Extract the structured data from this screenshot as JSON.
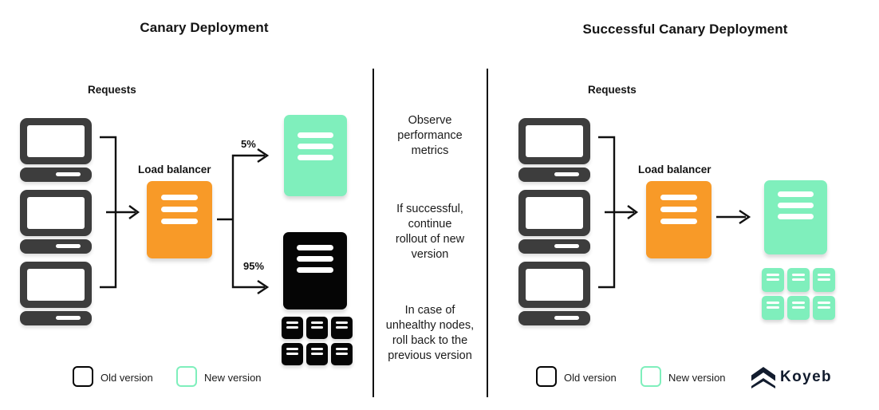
{
  "colors": {
    "green": "#7FEFBC",
    "orange": "#F89A28",
    "black": "#050505",
    "computer_gray": "#3d3d3d",
    "line": "#111111",
    "koyeb_navy": "#121c2e"
  },
  "left_panel": {
    "title": "Canary Deployment",
    "requests_label": "Requests",
    "load_balancer_label": "Load balancer",
    "split_top_label": "5%",
    "split_bottom_label": "95%",
    "computers_count": 3,
    "new_version_card": {
      "lines": 3,
      "color": "green"
    },
    "old_version_card": {
      "lines": 3,
      "color": "black"
    },
    "old_version_nodes": {
      "rows": 2,
      "cols": 3,
      "color": "black"
    },
    "legend": [
      {
        "label": "Old version",
        "swatch": "black-outline"
      },
      {
        "label": "New version",
        "swatch": "green-outline"
      }
    ]
  },
  "middle_notes": [
    "Observe\nperformance\nmetrics",
    "If successful,\ncontinue\nrollout of new\nversion",
    "In case of\nunhealthy nodes,\nroll back to the\nprevious version"
  ],
  "right_panel": {
    "title": "Successful Canary Deployment",
    "requests_label": "Requests",
    "load_balancer_label": "Load balancer",
    "computers_count": 3,
    "new_version_card": {
      "lines": 3,
      "color": "green"
    },
    "new_version_nodes": {
      "rows": 2,
      "cols": 3,
      "color": "green"
    },
    "legend": [
      {
        "label": "Old version",
        "swatch": "black-outline"
      },
      {
        "label": "New version",
        "swatch": "green-outline"
      }
    ],
    "brand": {
      "name": "Koyeb",
      "icon": "koyeb-chevron-logo"
    }
  }
}
